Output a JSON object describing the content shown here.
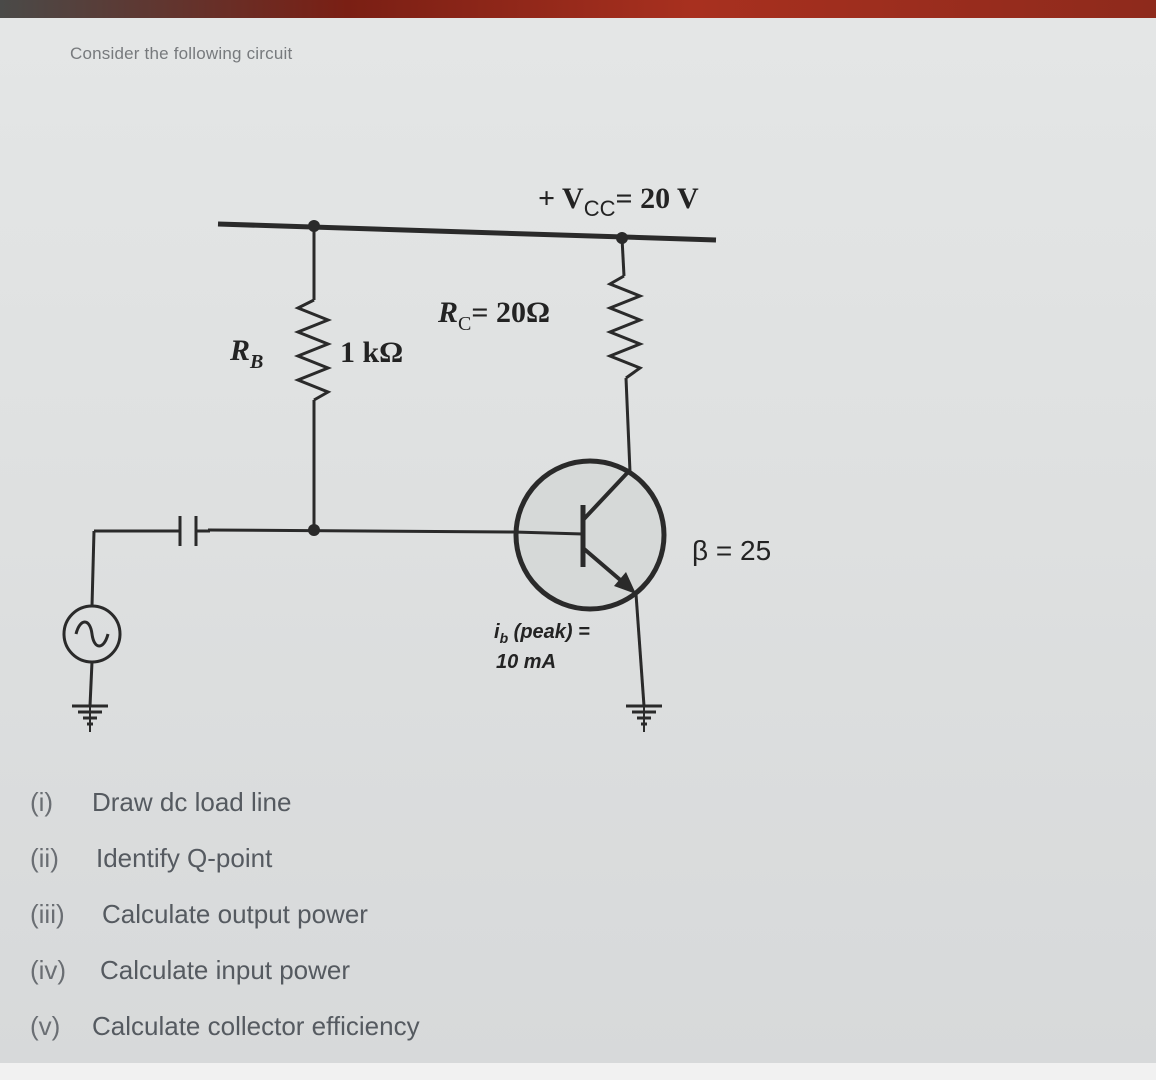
{
  "header": {
    "prompt": "Consider the following circuit"
  },
  "circuit": {
    "supply_label": "+ V",
    "supply_subscript": "CC",
    "supply_value": "= 20 V",
    "rb_label": "R",
    "rb_subscript": "B",
    "rb_value": "1 kΩ",
    "rc_label": "R",
    "rc_subscript": "C",
    "rc_value": "= 20Ω",
    "beta_label": "β = 25",
    "ib_line1": "i",
    "ib_sub": "b",
    "ib_line1_rest": " (peak) =",
    "ib_line2": "10 mA"
  },
  "questions": [
    {
      "num": "(i)",
      "text": "Draw dc load line"
    },
    {
      "num": "(ii)",
      "text": "Identify Q-point"
    },
    {
      "num": "(iii)",
      "text": "Calculate output power"
    },
    {
      "num": "(iv)",
      "text": "Calculate input power"
    },
    {
      "num": "(v)",
      "text": "Calculate collector efficiency"
    }
  ],
  "colors": {
    "wire": "#2a2a2a",
    "text": "#232323",
    "question_text": "#555a60"
  }
}
